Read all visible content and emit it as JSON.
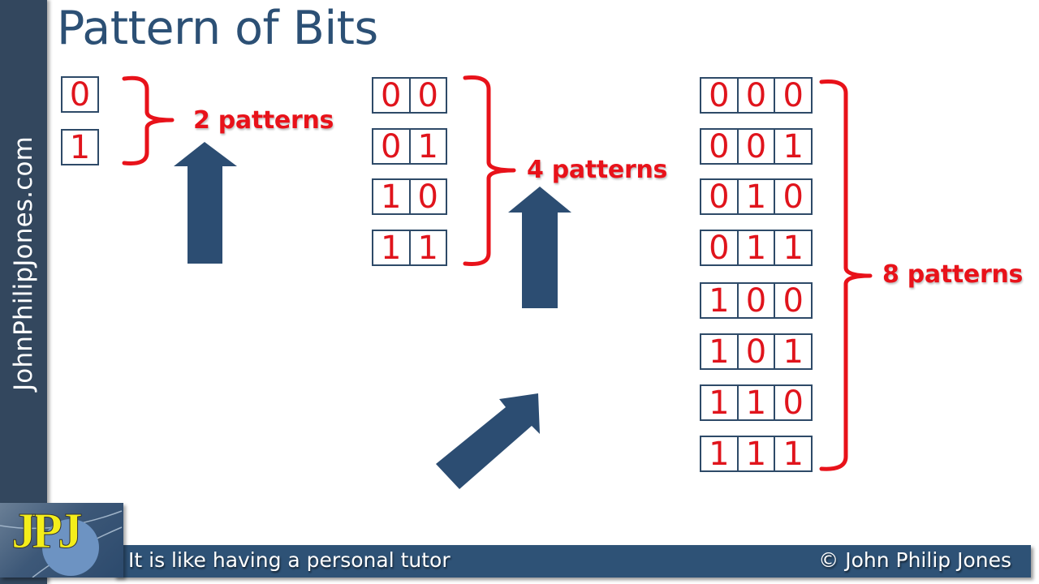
{
  "slide": {
    "title": "Pattern of Bits",
    "sidebar_text": "JohnPhilipJones.com"
  },
  "groups": [
    {
      "bits": 1,
      "label": "2 patterns",
      "patterns": [
        [
          "0"
        ],
        [
          "1"
        ]
      ]
    },
    {
      "bits": 2,
      "label": "4 patterns",
      "patterns": [
        [
          "0",
          "0"
        ],
        [
          "0",
          "1"
        ],
        [
          "1",
          "0"
        ],
        [
          "1",
          "1"
        ]
      ]
    },
    {
      "bits": 3,
      "label": "8 patterns",
      "patterns": [
        [
          "0",
          "0",
          "0"
        ],
        [
          "0",
          "0",
          "1"
        ],
        [
          "0",
          "1",
          "0"
        ],
        [
          "0",
          "1",
          "1"
        ],
        [
          "1",
          "0",
          "0"
        ],
        [
          "1",
          "0",
          "1"
        ],
        [
          "1",
          "1",
          "0"
        ],
        [
          "1",
          "1",
          "1"
        ]
      ]
    }
  ],
  "arrows": [
    {
      "name": "up-arrow-1",
      "direction": "up"
    },
    {
      "name": "up-arrow-2",
      "direction": "up"
    },
    {
      "name": "diagonal-arrow",
      "direction": "up-right"
    }
  ],
  "footer": {
    "logo_text": "JPJ",
    "tagline": "It is like having a personal tutor",
    "copyright": "© John Philip Jones"
  },
  "colors": {
    "navy": "#2c5075",
    "sidebar": "#33475e",
    "bit_red": "#e0141c",
    "logo_yellow": "#f4ee1a"
  }
}
